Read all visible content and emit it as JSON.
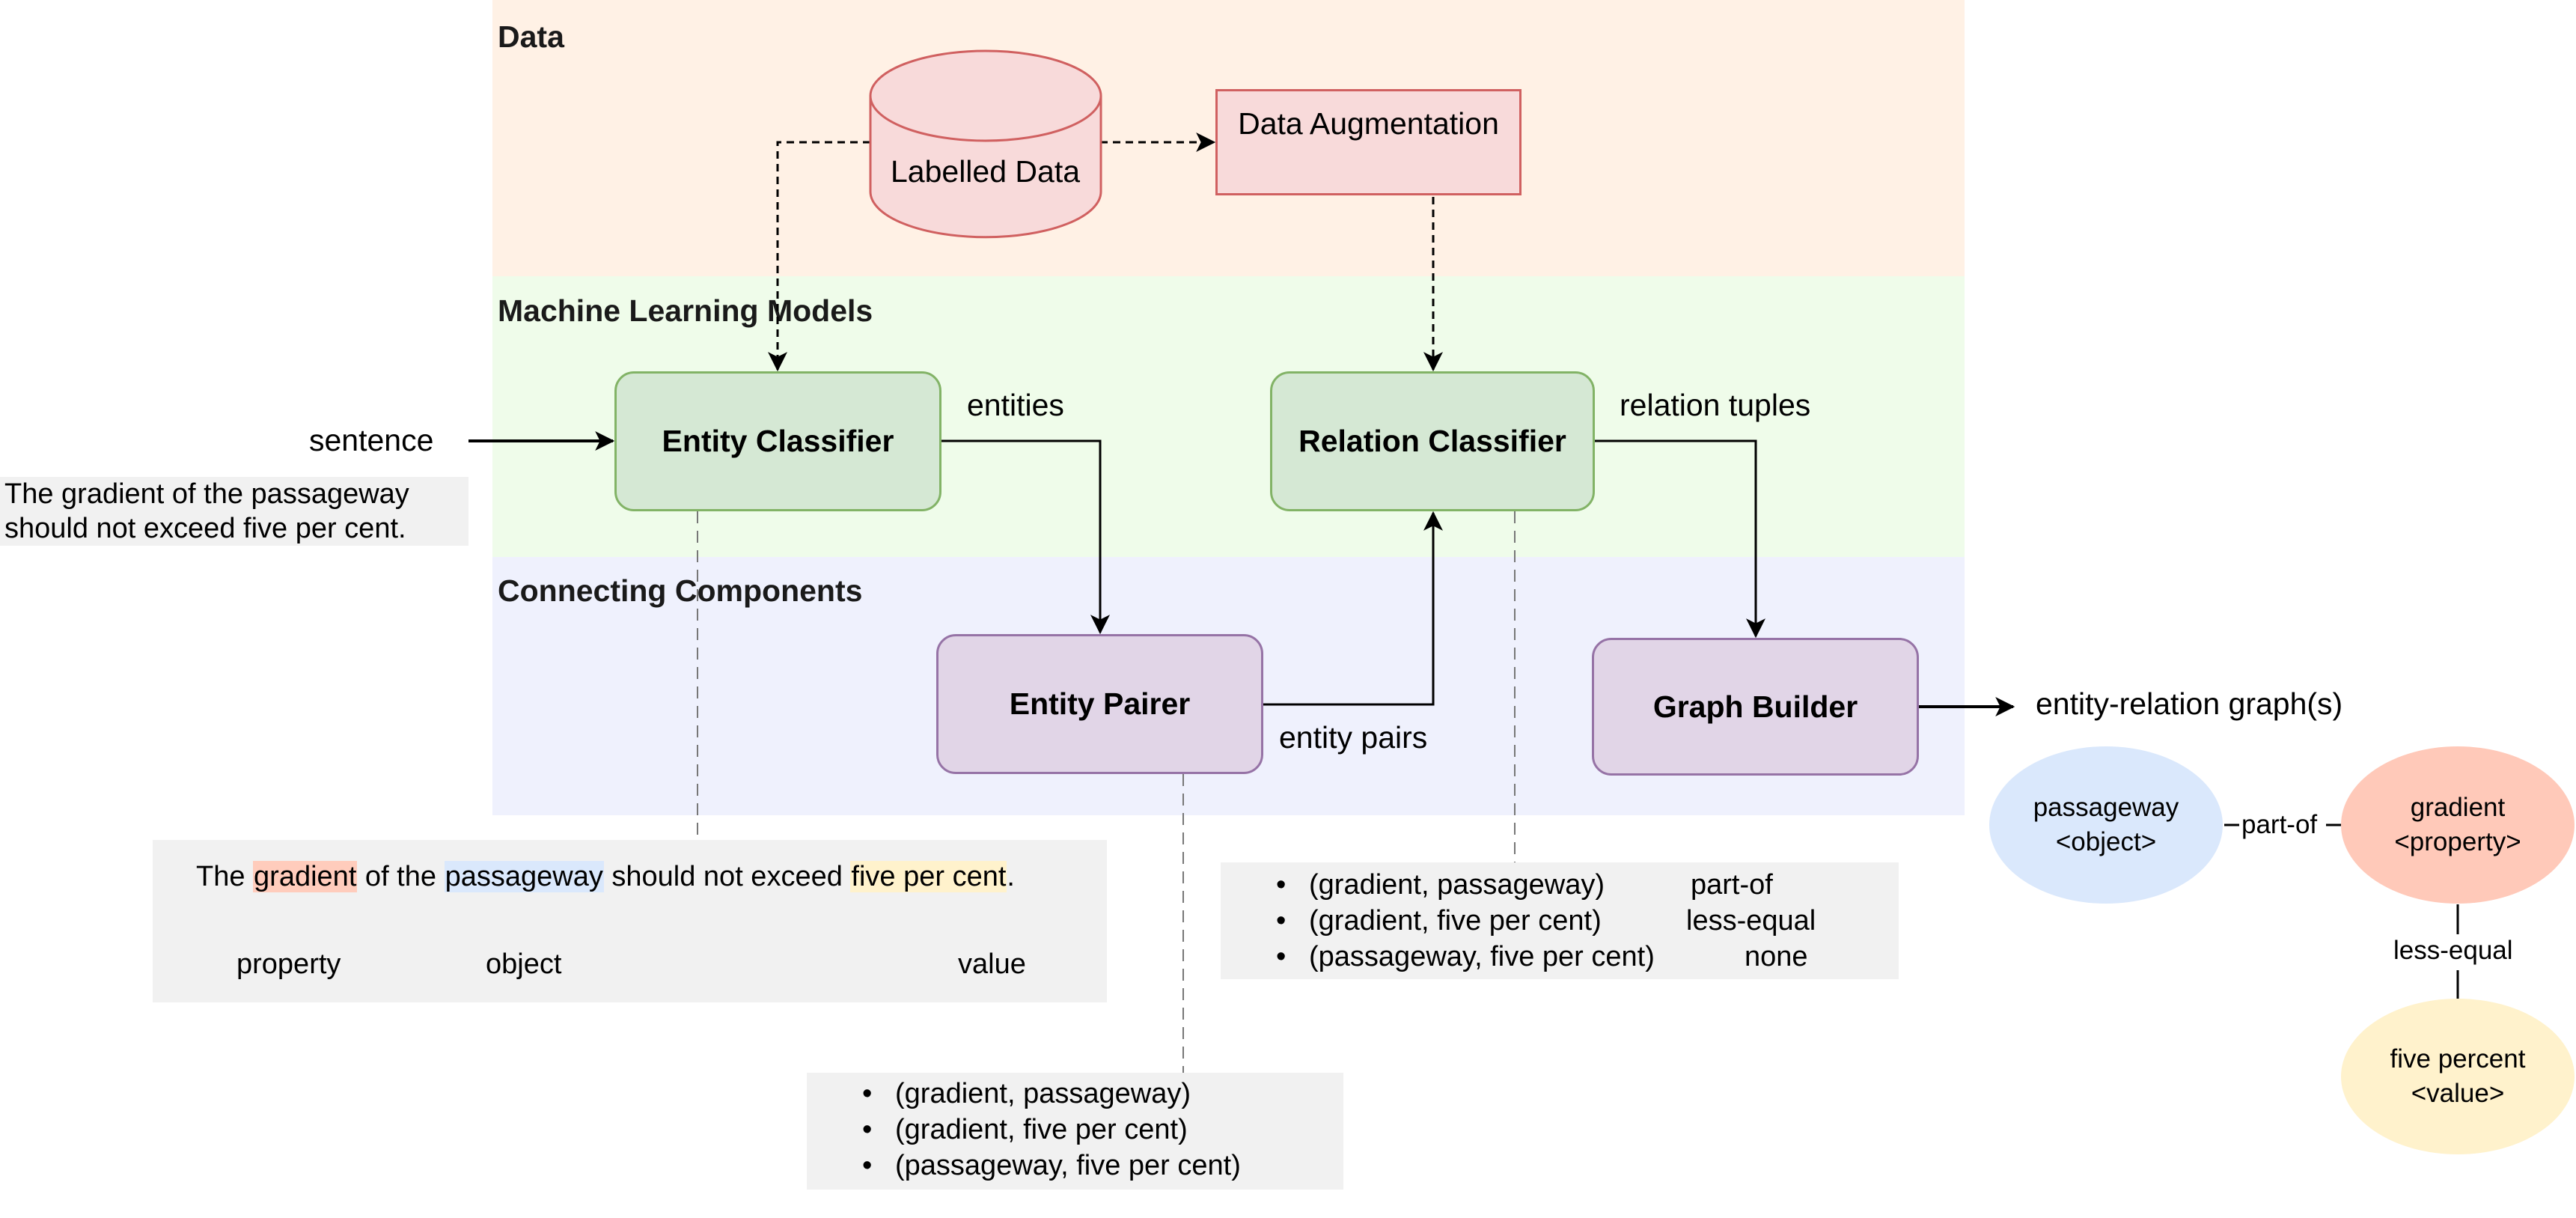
{
  "lanes": {
    "data": {
      "label": "Data",
      "color": "#fff1e5"
    },
    "ml": {
      "label": "Machine Learning Models",
      "color": "#effcea"
    },
    "connecting": {
      "label": "Connecting Components",
      "color": "#eff1fd"
    }
  },
  "nodes": {
    "labelled_data": "Labelled Data",
    "data_augmentation": "Data Augmentation",
    "entity_classifier": "Entity Classifier",
    "relation_classifier": "Relation Classifier",
    "entity_pairer": "Entity Pairer",
    "graph_builder": "Graph Builder"
  },
  "edge_labels": {
    "sentence": "sentence",
    "entities": "entities",
    "relation_tuples": "relation tuples",
    "entity_pairs": "entity pairs",
    "output": "entity-relation graph(s)"
  },
  "input_sentence": {
    "line1": "The gradient of the passageway",
    "line2": "should not exceed five per cent."
  },
  "tagged_sentence": {
    "parts": [
      {
        "text": "The ",
        "tag": null
      },
      {
        "text": "gradient",
        "tag": "property"
      },
      {
        "text": " of the ",
        "tag": null
      },
      {
        "text": "passageway",
        "tag": "object"
      },
      {
        "text": " should not exceed ",
        "tag": null
      },
      {
        "text": "five per cent",
        "tag": "value"
      },
      {
        "text": ".",
        "tag": null
      }
    ],
    "tags": [
      "property",
      "object",
      "value"
    ],
    "colors": {
      "property": "#ffccbc",
      "object": "#dae8fc",
      "value": "#fff2cc"
    }
  },
  "entity_pairs": [
    "(gradient, passageway)",
    "(gradient, five per cent)",
    "(passageway, five per cent)"
  ],
  "relation_tuples": [
    {
      "pair": "(gradient, passageway)",
      "relation": "part-of"
    },
    {
      "pair": "(gradient, five per cent)",
      "relation": "less-equal"
    },
    {
      "pair": "(passageway, five per cent)",
      "relation": "none"
    }
  ],
  "graph": {
    "nodes": [
      {
        "name": "passageway",
        "type": "<object>",
        "color": "#dae8fc"
      },
      {
        "name": "gradient",
        "type": "<property>",
        "color": "#ffc9b9"
      },
      {
        "name": "five percent",
        "type": "<value>",
        "color": "#fff2cc"
      }
    ],
    "edges": [
      {
        "from": "passageway",
        "to": "gradient",
        "label": "part-of"
      },
      {
        "from": "gradient",
        "to": "five percent",
        "label": "less-equal"
      }
    ]
  }
}
